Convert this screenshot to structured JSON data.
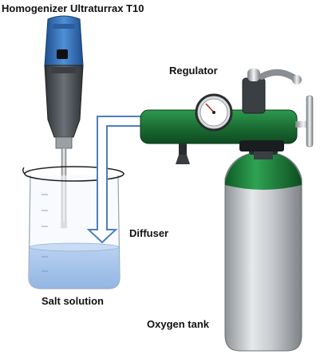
{
  "labels": {
    "homogenizer": "Homogenizer Ultraturrax T10",
    "regulator": "Regulator",
    "diffuser": "Diffuser",
    "salt_solution": "Salt solution",
    "oxygen_tank": "Oxygen tank"
  },
  "colors": {
    "homogenizer_blue": "#3d78c0",
    "homogenizer_body": "#4a4f55",
    "regulator_green": "#1f7a3c",
    "tank_green": "#1e8a3e",
    "tank_silver": "#c7cacd",
    "solution_blue": "#a9c6ea",
    "tube_outline": "#4d7fbf",
    "text": "#111111"
  },
  "icons": {
    "homogenizer": "homogenizer-device",
    "beaker": "beaker",
    "regulator": "pressure-regulator",
    "gauge": "pressure-gauge",
    "tank": "gas-cylinder",
    "arrow": "down-arrow"
  }
}
